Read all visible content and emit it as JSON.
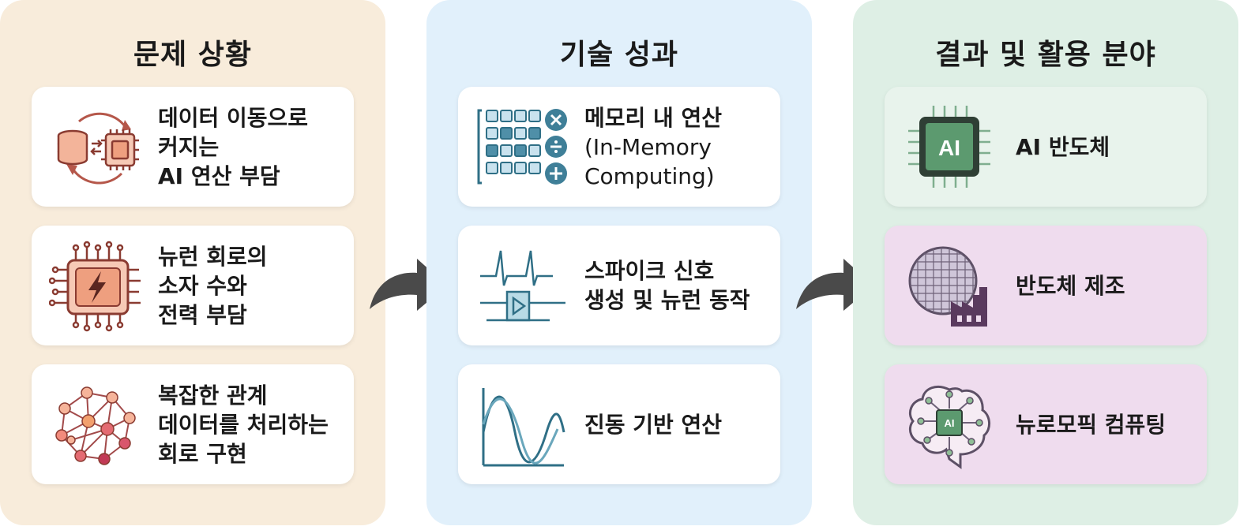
{
  "columns": {
    "problem": {
      "title": "문제 상황",
      "cards": [
        {
          "lines": [
            "데이터 이동으로",
            "커지는",
            "AI 연산 부담"
          ],
          "icon": "data-transfer-chip-icon"
        },
        {
          "lines": [
            "뉴런 회로의",
            "소자 수와",
            "전력 부담"
          ],
          "icon": "power-chip-icon"
        },
        {
          "lines": [
            "복잡한 관계",
            "데이터를 처리하는",
            "회로 구현"
          ],
          "icon": "network-graph-icon"
        }
      ]
    },
    "tech": {
      "title": "기술 성과",
      "cards": [
        {
          "lines": [
            "메모리 내 연산",
            "(In-Memory",
            "Computing)"
          ],
          "icon": "memory-array-icon"
        },
        {
          "lines": [
            "스파이크 신호",
            "생성 및 뉴런 동작"
          ],
          "icon": "spike-signal-icon"
        },
        {
          "lines": [
            "진동 기반 연산"
          ],
          "icon": "oscillation-wave-icon"
        }
      ]
    },
    "result": {
      "title": "결과 및 활용 분야",
      "cards": [
        {
          "lines": [
            "AI 반도체"
          ],
          "icon": "ai-chip-icon",
          "chip_text": "AI"
        },
        {
          "lines": [
            "반도체 제조"
          ],
          "icon": "wafer-factory-icon"
        },
        {
          "lines": [
            "뉴로모픽 컴퓨팅"
          ],
          "icon": "brain-ai-icon",
          "chip_text": "AI"
        }
      ]
    }
  },
  "colors": {
    "problem_bg": "#f8ecdb",
    "tech_bg": "#e1f0fb",
    "result_bg": "#deefe5",
    "problem_accent": "#b5574a",
    "tech_accent": "#2f6f86",
    "result_accent": "#3e7a57",
    "arrow": "#4a4a4a"
  }
}
